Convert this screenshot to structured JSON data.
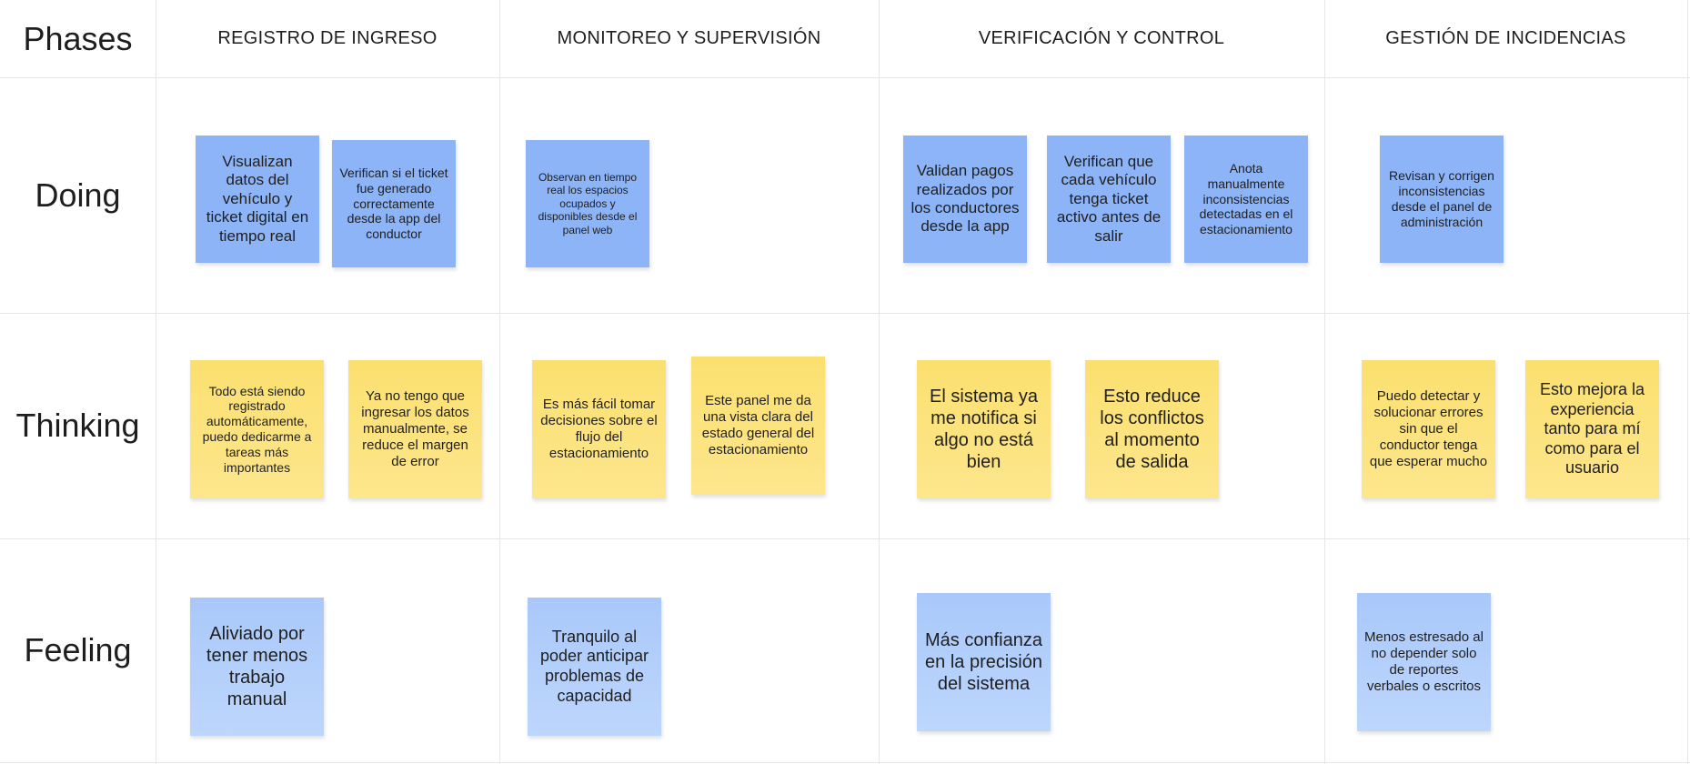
{
  "board": {
    "corner_label": "Phases",
    "phases": [
      "REGISTRO DE INGRESO",
      "MONITOREO Y SUPERVISIÓN",
      "VERIFICACIÓN Y CONTROL",
      "GESTIÓN DE INCIDENCIAS"
    ],
    "rows": [
      "Doing",
      "Thinking",
      "Feeling"
    ]
  },
  "notes": {
    "doing": [
      {
        "text": "Visualizan datos del vehículo y ticket digital en tiempo real",
        "color": "#8cb4f7"
      },
      {
        "text": "Verifican si el ticket fue generado correctamente desde la app del conductor",
        "color": "#8cb4f7"
      },
      {
        "text": "Observan en tiempo real los espacios ocupados y disponibles desde el panel web",
        "color": "#8cb4f7"
      },
      {
        "text": "Validan pagos realizados por los conductores desde la app",
        "color": "#8cb4f7"
      },
      {
        "text": "Verifican que cada vehículo tenga ticket activo antes de salir",
        "color": "#8cb4f7"
      },
      {
        "text": "Anota manualmente inconsistencias detectadas en el estacionamiento",
        "color": "#8cb4f7"
      },
      {
        "text": "Revisan y corrigen inconsistencias desde el panel de administración",
        "color": "#8cb4f7"
      }
    ],
    "thinking": [
      {
        "text": "Todo está siendo registrado automáticamente, puedo dedicarme a tareas más importantes",
        "color": "#fbe06f"
      },
      {
        "text": "Ya no tengo que ingresar los datos manualmente, se reduce el margen de error",
        "color": "#fbe06f"
      },
      {
        "text": "Es más fácil tomar decisiones sobre el flujo del estacionamiento",
        "color": "#fbe06f"
      },
      {
        "text": "Este panel me da una vista clara del estado general del estacionamiento",
        "color": "#fbe06f"
      },
      {
        "text": "El sistema ya me notifica si algo no está bien",
        "color": "#fbe06f"
      },
      {
        "text": "Esto reduce los conflictos al momento de salida",
        "color": "#fbe06f"
      },
      {
        "text": "Puedo detectar y solucionar errores sin que el conductor tenga que esperar mucho",
        "color": "#fbe06f"
      },
      {
        "text": "Esto mejora la experiencia tanto para mí como para el usuario",
        "color": "#fbe06f"
      }
    ],
    "feeling": [
      {
        "text": "Aliviado por tener menos trabajo manual",
        "color": "#b3cffb"
      },
      {
        "text": "Tranquilo al poder anticipar problemas de capacidad",
        "color": "#b3cffb"
      },
      {
        "text": "Más confianza en la precisión del sistema",
        "color": "#b3cffb"
      },
      {
        "text": "Menos estresado al no depender solo de reportes verbales o escritos",
        "color": "#b3cffb"
      }
    ]
  }
}
